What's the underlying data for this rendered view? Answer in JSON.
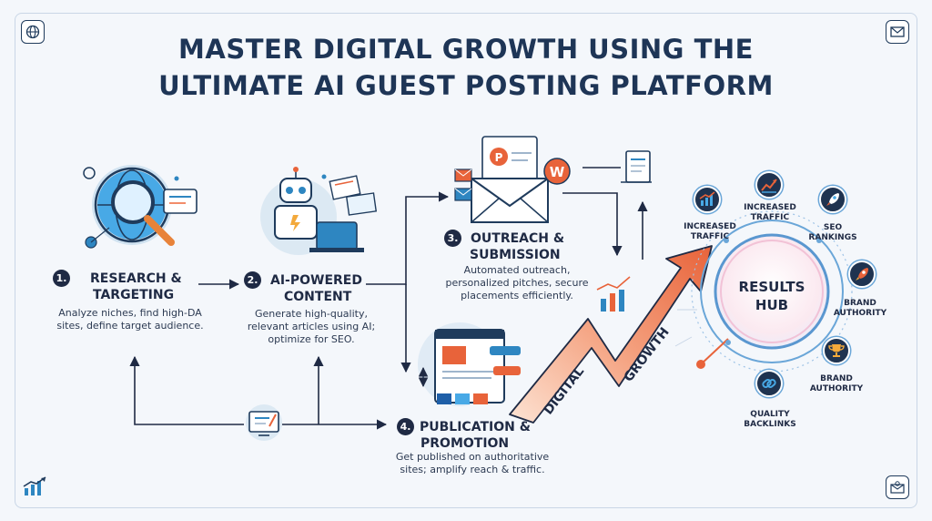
{
  "title": {
    "line1": "MASTER DIGITAL GROWTH USING THE",
    "line2": "ULTIMATE AI GUEST POSTING PLATFORM"
  },
  "steps": [
    {
      "number": "1.",
      "title_line1": "RESEARCH &",
      "title_line2": "TARGETING",
      "desc": [
        "Analyze niches, find high-DA",
        "sites, define target audience."
      ]
    },
    {
      "number": "2.",
      "title_line1": "AI-POWERED",
      "title_line2": "CONTENT",
      "desc": [
        "Generate high-quality,",
        "relevant articles using AI;",
        "optimize for SEO."
      ]
    },
    {
      "number": "3.",
      "title_line1": "OUTREACH &",
      "title_line2": "SUBMISSION",
      "desc": [
        "Automated outreach,",
        "personalized pitches, secure",
        "placements efficiently."
      ]
    },
    {
      "number": "4.",
      "title_line1": "PUBLICATION &",
      "title_line2": "PROMOTION",
      "desc": [
        "Get published on authoritative",
        "sites; amplify reach & traffic."
      ]
    }
  ],
  "growth_arrow": {
    "word1": "DIGITAL",
    "word2": "GROWTH"
  },
  "hub": {
    "title_line1": "RESULTS",
    "title_line2": "HUB",
    "outcomes": [
      {
        "line1": "INCREASED",
        "line2": "TRAFFIC",
        "icon": "bar-growth-icon"
      },
      {
        "line1": "INCREASED",
        "line2": "TRAFFIC",
        "icon": "trend-line-icon"
      },
      {
        "line1": "SEO",
        "line2": "RANKINGS",
        "icon": "rocket-icon"
      },
      {
        "line1": "BRAND",
        "line2": "AUTHORITY",
        "icon": "rocket-icon"
      },
      {
        "line1": "BRAND",
        "line2": "AUTHORITY",
        "icon": "trophy-icon"
      },
      {
        "line1": "QUALITY",
        "line2": "BACKLINKS",
        "icon": "chain-link-icon"
      }
    ]
  },
  "colors": {
    "navy": "#1f2a44",
    "accent_blue": "#2e86c1",
    "accent_orange": "#e8633a",
    "hub_ring": "#6aa6d8"
  }
}
